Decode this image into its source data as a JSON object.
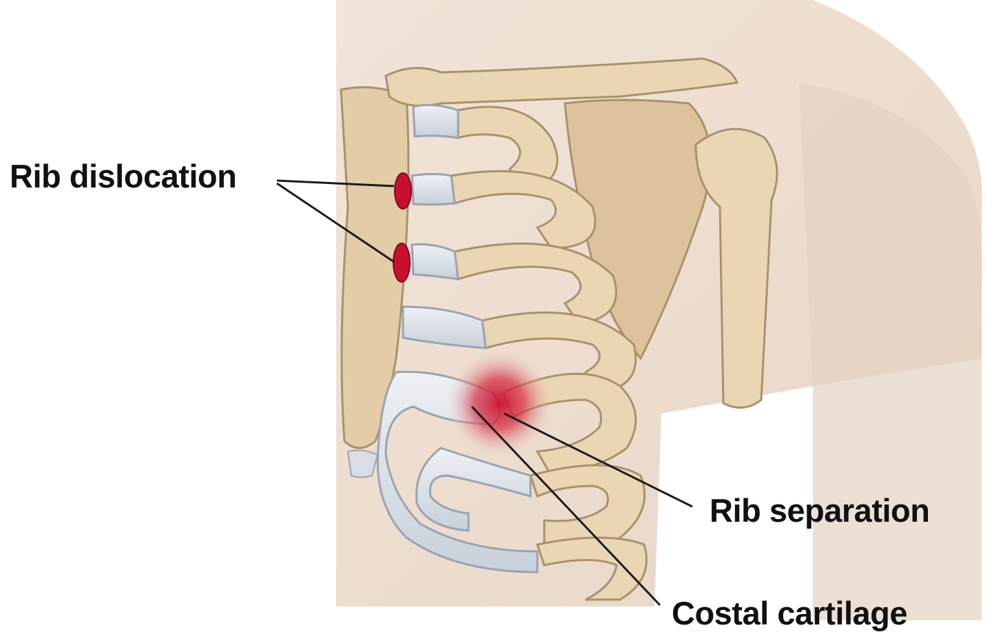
{
  "labels": {
    "rib_dislocation": "Rib dislocation",
    "rib_separation": "Rib separation",
    "costal_cartilage": "Costal cartilage"
  },
  "colors": {
    "skin": "#ecdcce",
    "bone": "#e6d1ad",
    "bone_outline": "#a8916c",
    "cartilage": "#d7dde6",
    "injury": "#c8102e",
    "leader_line": "#1a1a1a",
    "label_text": "#111111"
  }
}
